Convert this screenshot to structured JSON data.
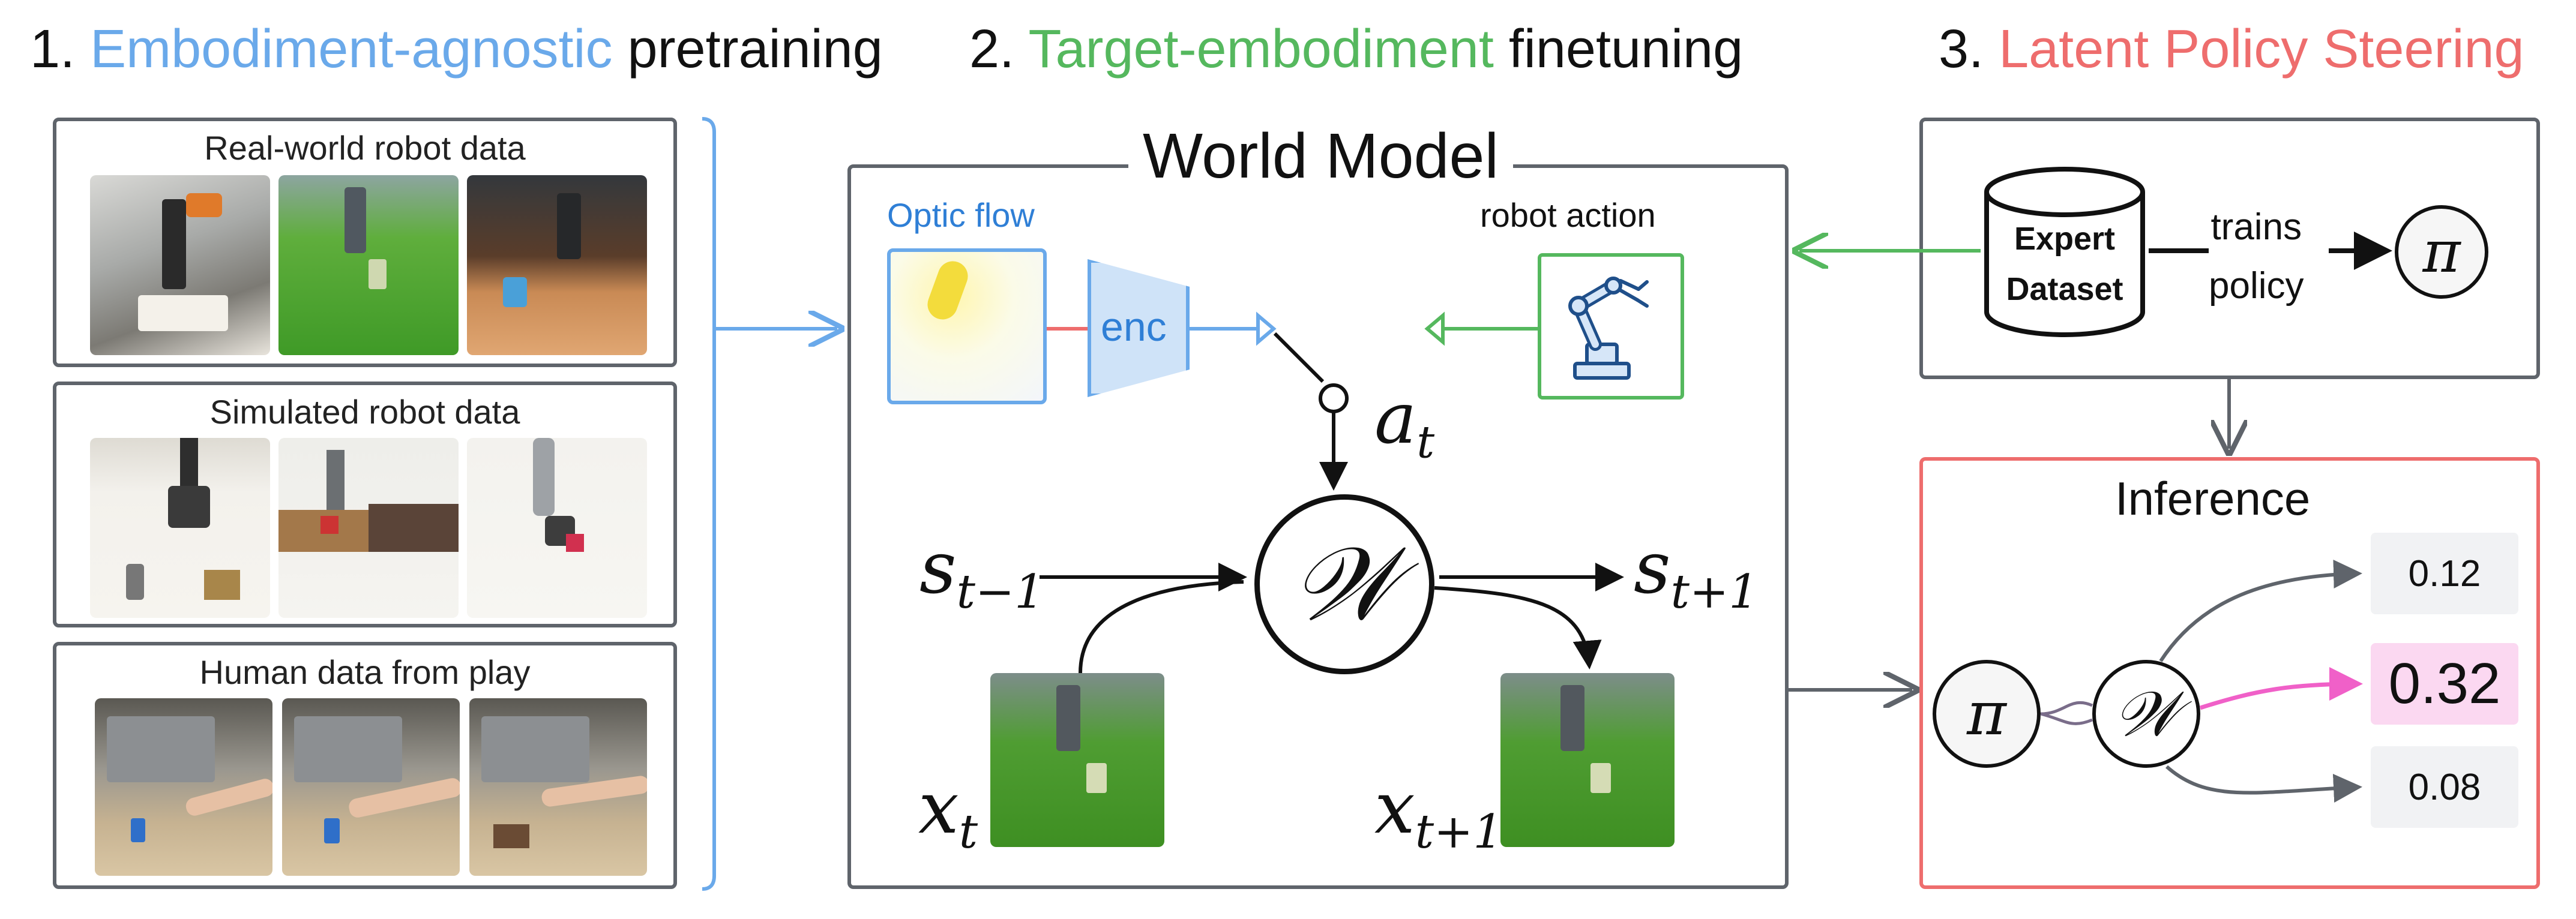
{
  "colors": {
    "blue": "#6aa9ea",
    "green": "#55b85e",
    "red": "#ee6d6d",
    "gray": "#5f646b",
    "pink": "#f060c8"
  },
  "headings": {
    "stage1_num": "1.",
    "stage1_colored": "Embodiment-agnostic",
    "stage1_rest": "pretraining",
    "stage2_num": "2.",
    "stage2_colored": "Target-embodiment",
    "stage2_rest": "finetuning",
    "stage3_num": "3.",
    "stage3_colored": "Latent Policy Steering"
  },
  "data_sources": [
    {
      "label": "Real-world robot data"
    },
    {
      "label": "Simulated robot data"
    },
    {
      "label": "Human data from play"
    }
  ],
  "world_model": {
    "title": "World Model",
    "optic_flow": "Optic flow",
    "encoder": "enc",
    "robot_action": "robot action",
    "action_symbol": "a",
    "action_sub": "t",
    "model_symbol": "𝒲",
    "state_prev": "s",
    "state_prev_sub": "t−1",
    "state_next": "s",
    "state_next_sub": "t+1",
    "obs": "x",
    "obs_sub": "t",
    "obs_next": "x",
    "obs_next_sub": "t+1"
  },
  "steering": {
    "dataset_line1": "Expert",
    "dataset_line2": "Dataset",
    "trains_line1": "trains",
    "trains_line2": "policy",
    "policy_symbol": "π"
  },
  "inference": {
    "title": "Inference",
    "policy_symbol": "π",
    "model_symbol": "𝒲",
    "scores": [
      "0.12",
      "0.32",
      "0.08"
    ],
    "selected_index": 1
  }
}
